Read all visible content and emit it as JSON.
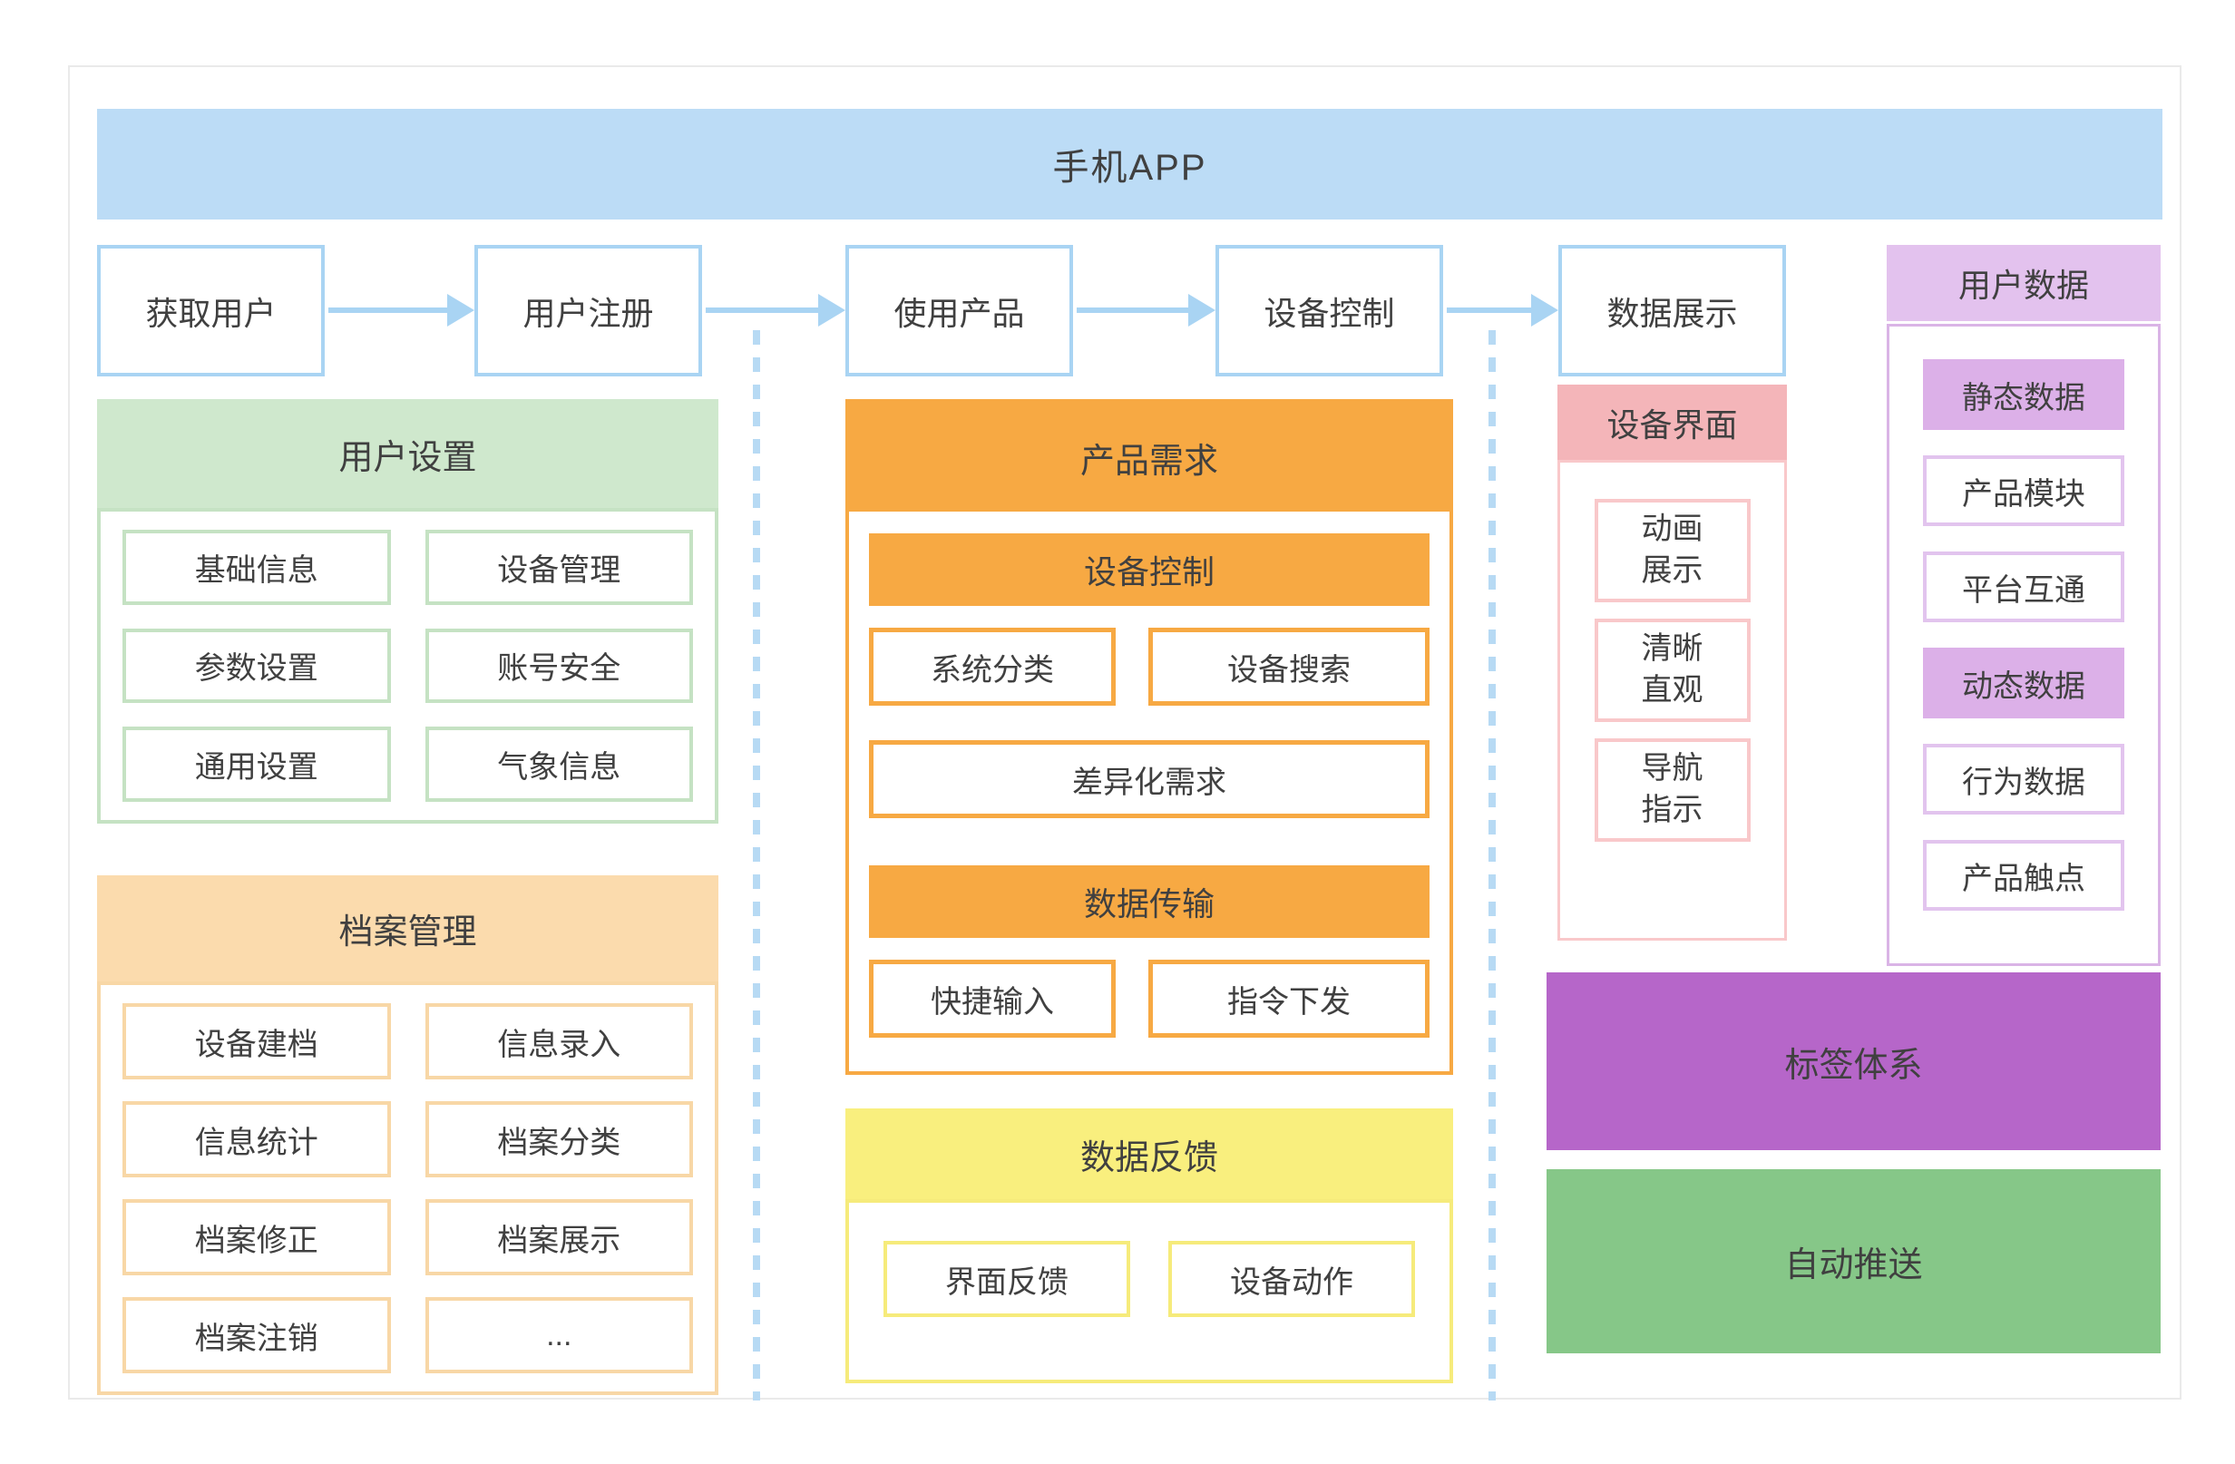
{
  "banner": {
    "title": "手机APP"
  },
  "flow": {
    "steps": [
      "获取用户",
      "用户注册",
      "使用产品",
      "设备控制",
      "数据展示"
    ]
  },
  "user_settings": {
    "title": "用户设置",
    "items": [
      "基础信息",
      "设备管理",
      "参数设置",
      "账号安全",
      "通用设置",
      "气象信息"
    ]
  },
  "archive": {
    "title": "档案管理",
    "items": [
      "设备建档",
      "信息录入",
      "信息统计",
      "档案分类",
      "档案修正",
      "档案展示",
      "档案注销",
      "..."
    ]
  },
  "product_req": {
    "title": "产品需求",
    "group1_title": "设备控制",
    "group1_items": [
      "系统分类",
      "设备搜索"
    ],
    "group1_wide": "差异化需求",
    "group2_title": "数据传输",
    "group2_items": [
      "快捷输入",
      "指令下发"
    ]
  },
  "feedback": {
    "title": "数据反馈",
    "items": [
      "界面反馈",
      "设备动作"
    ]
  },
  "device_ui": {
    "title": "设备界面",
    "items": [
      {
        "line1": "动画",
        "line2": "展示"
      },
      {
        "line1": "清晰",
        "line2": "直观"
      },
      {
        "line1": "导航",
        "line2": "指示"
      }
    ]
  },
  "user_data": {
    "title": "用户数据",
    "items": [
      {
        "label": "静态数据",
        "filled": true
      },
      {
        "label": "产品模块",
        "filled": false
      },
      {
        "label": "平台互通",
        "filled": false
      },
      {
        "label": "动态数据",
        "filled": true
      },
      {
        "label": "行为数据",
        "filled": false
      },
      {
        "label": "产品触点",
        "filled": false
      }
    ]
  },
  "tag_system": {
    "label": "标签体系"
  },
  "auto_push": {
    "label": "自动推送"
  },
  "colors": {
    "text": "#404040",
    "frame_border": "#eaeaea",
    "banner_bg": "#bcdcf6",
    "flow_border": "#a9d4f3",
    "arrow": "#a9d4f3",
    "dash": "#b7daf4",
    "green_header": "#cfe8cd",
    "green_border": "#c5e2c3",
    "peach_header": "#fbdbad",
    "peach_border": "#f8d7a6",
    "orange": "#f7a943",
    "yellow_header": "#f9ef7e",
    "yellow_border": "#f6eb7b",
    "pink_header": "#f4b5b9",
    "pink_border": "#f9c8ca",
    "lilac_header": "#e3c2ee",
    "lilac_border": "#dab4e6",
    "lilac_item_border": "#e2c4ee",
    "lilac_fill": "#dcb0e8",
    "deep_purple": "#b666c9",
    "push_green": "#86c788"
  }
}
